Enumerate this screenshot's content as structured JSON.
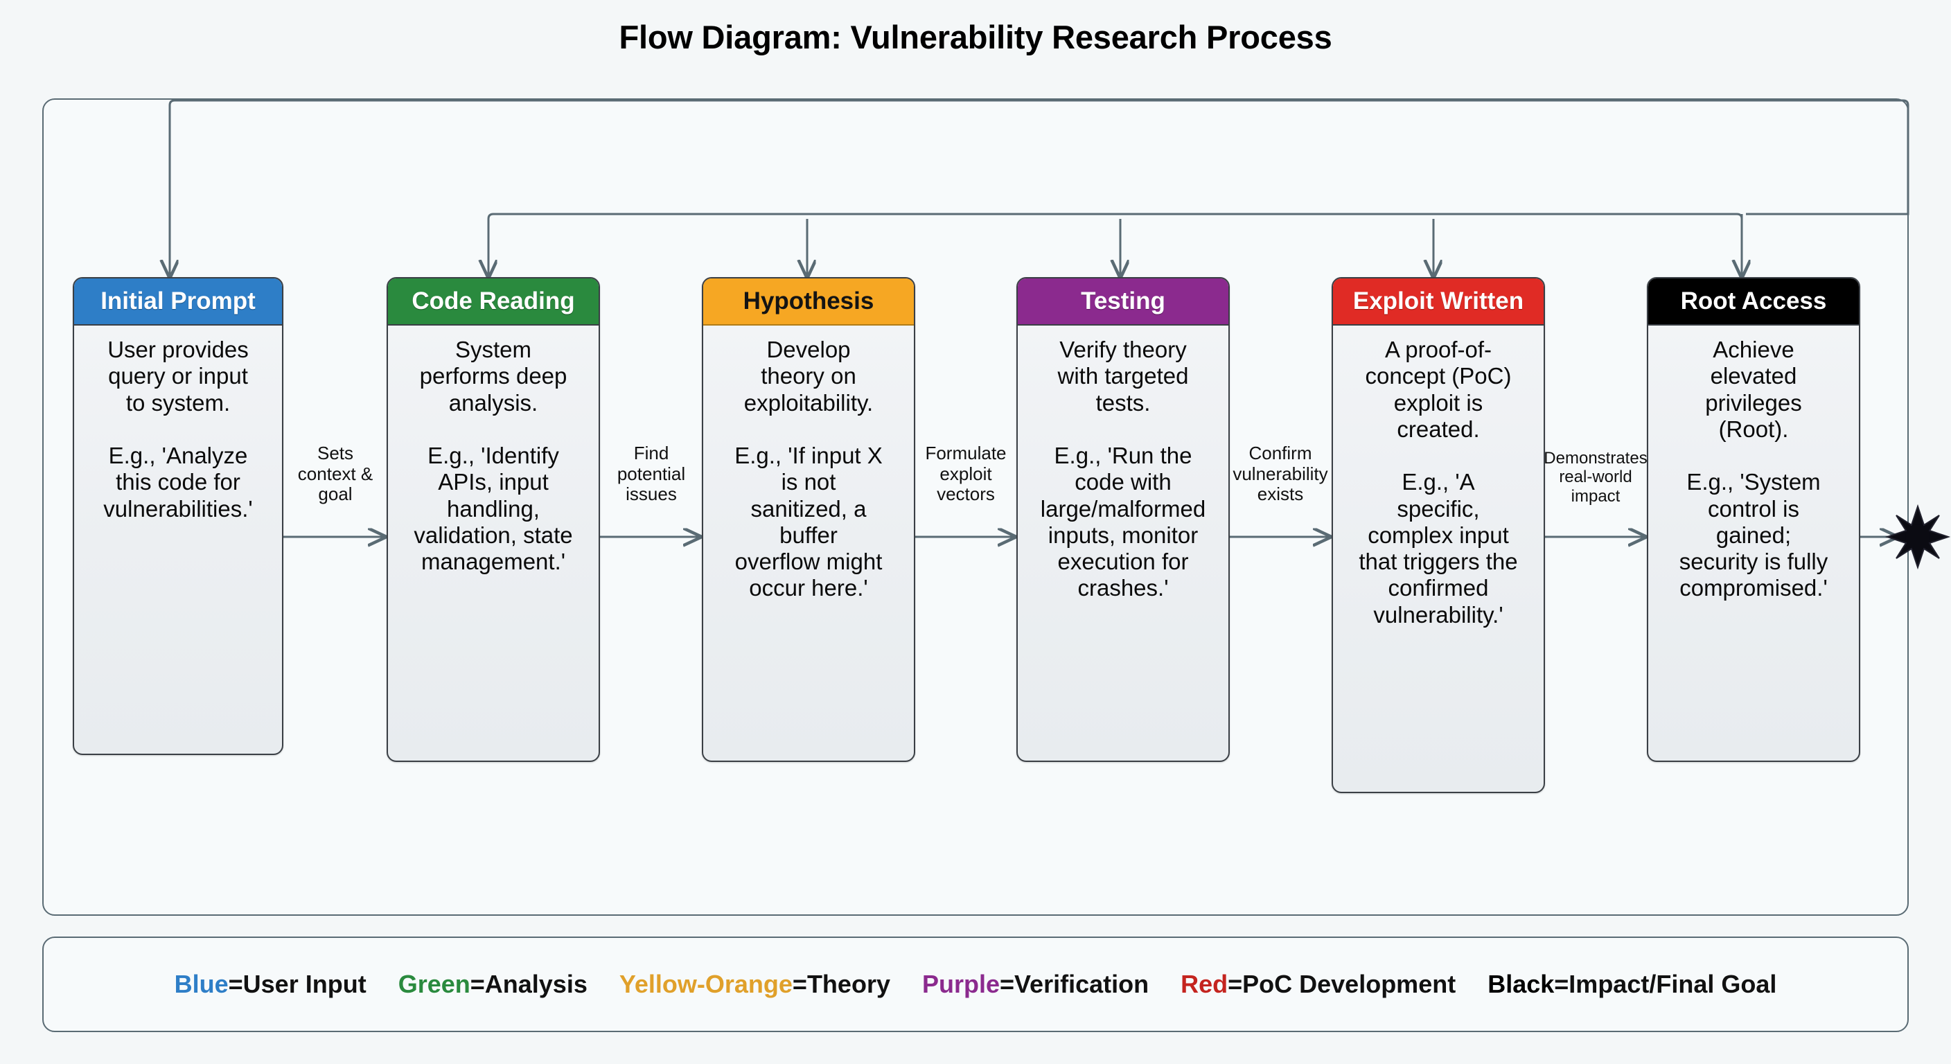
{
  "title": "Flow Diagram: Vulnerability Research Process",
  "colors": {
    "blue": "#2e7ec7",
    "green": "#2a8a3e",
    "yellow_orange": "#f6a723",
    "purple": "#8b2a8e",
    "red": "#e02b25",
    "black": "#000000",
    "connector": "#5a6b74",
    "panel_border": "#5a6b74",
    "panel_bg": "#f7fafb",
    "page_bg": "#f4f7f8"
  },
  "nodes": [
    {
      "id": "initial-prompt",
      "header": "Initial Prompt",
      "header_color": "#2e7ec7",
      "header_text_color": "light",
      "body": "User provides\nquery or input\nto system.\n\nE.g., 'Analyze\nthis code for\nvulnerabilities.'"
    },
    {
      "id": "code-reading",
      "header": "Code Reading",
      "header_color": "#2a8a3e",
      "header_text_color": "light",
      "body": "System\nperforms deep\nanalysis.\n\nE.g., 'Identify\nAPIs, input\nhandling,\nvalidation, state\nmanagement.'"
    },
    {
      "id": "hypothesis",
      "header": "Hypothesis",
      "header_color": "#f6a723",
      "header_text_color": "dark",
      "body": "Develop\ntheory on\nexploitability.\n\nE.g., 'If input X\nis not\nsanitized, a\nbuffer\noverflow might\noccur here.'"
    },
    {
      "id": "testing",
      "header": "Testing",
      "header_color": "#8b2a8e",
      "header_text_color": "light",
      "body": "Verify theory\nwith targeted\ntests.\n\nE.g., 'Run the\ncode with\nlarge/malformed\ninputs, monitor\nexecution for\ncrashes.'"
    },
    {
      "id": "exploit-written",
      "header": "Exploit Written",
      "header_color": "#e02b25",
      "header_text_color": "light",
      "body": "A proof-of-\nconcept (PoC)\nexploit is\ncreated.\n\nE.g., 'A\nspecific,\ncomplex input\nthat triggers the\nconfirmed\nvulnerability.'"
    },
    {
      "id": "root-access",
      "header": "Root Access",
      "header_color": "#000000",
      "header_text_color": "light",
      "body": "Achieve\nelevated\nprivileges\n(Root).\n\nE.g., 'System\ncontrol is\ngained;\nsecurity is fully\ncompromised.'"
    }
  ],
  "edges": [
    {
      "id": "edge-1",
      "from": "initial-prompt",
      "to": "code-reading",
      "label": "Sets\ncontext &\ngoal"
    },
    {
      "id": "edge-2",
      "from": "code-reading",
      "to": "hypothesis",
      "label": "Find\npotential\nissues"
    },
    {
      "id": "edge-3",
      "from": "hypothesis",
      "to": "testing",
      "label": "Formulate\nexploit\nvectors"
    },
    {
      "id": "edge-4",
      "from": "testing",
      "to": "exploit-written",
      "label": "Confirm\nvulnerability\nexists"
    },
    {
      "id": "edge-5",
      "from": "exploit-written",
      "to": "root-access",
      "label": "Demonstrates\nreal-world\nimpact"
    }
  ],
  "terminal": {
    "id": "final-burst",
    "shape": "burst-star"
  },
  "legend": {
    "entries": [
      {
        "key": "Blue",
        "color": "#2e7ec7",
        "value": "=User Input"
      },
      {
        "key": "Green",
        "color": "#2a8a3e",
        "value": "=Analysis"
      },
      {
        "key": "Yellow-Orange",
        "color": "#e0a02a",
        "value": "=Theory"
      },
      {
        "key": "Purple",
        "color": "#8b2a8e",
        "value": "=Verification"
      },
      {
        "key": "Red",
        "color": "#c4241f",
        "value": "=PoC Development"
      },
      {
        "key": "Black",
        "color": "#000000",
        "value": "=Impact/Final Goal"
      }
    ]
  }
}
